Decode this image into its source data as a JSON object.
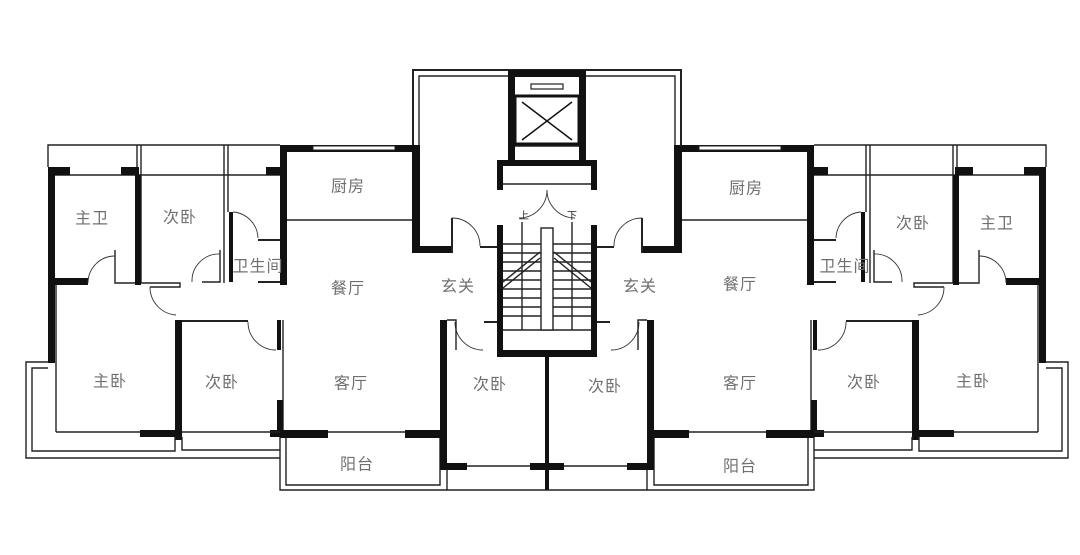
{
  "plan": {
    "left_unit": {
      "master_bath": "主卫",
      "bedroom_top": "次卧",
      "bathroom": "卫生间",
      "kitchen": "厨房",
      "dining": "餐厅",
      "foyer": "玄关",
      "master_bedroom": "主卧",
      "bedroom_bottom": "次卧",
      "living": "客厅",
      "balcony": "阳台",
      "bedroom_center": "次卧"
    },
    "right_unit": {
      "master_bath": "主卫",
      "bedroom_top": "次卧",
      "bathroom": "卫生间",
      "kitchen": "厨房",
      "dining": "餐厅",
      "foyer": "玄关",
      "master_bedroom": "主卧",
      "bedroom_bottom": "次卧",
      "living": "客厅",
      "balcony": "阳台",
      "bedroom_center": "次卧"
    },
    "stair": {
      "up": "上",
      "down": "下"
    },
    "colors": {
      "wall": "#111111",
      "label": "#6f6f6f",
      "background": "#ffffff"
    }
  }
}
